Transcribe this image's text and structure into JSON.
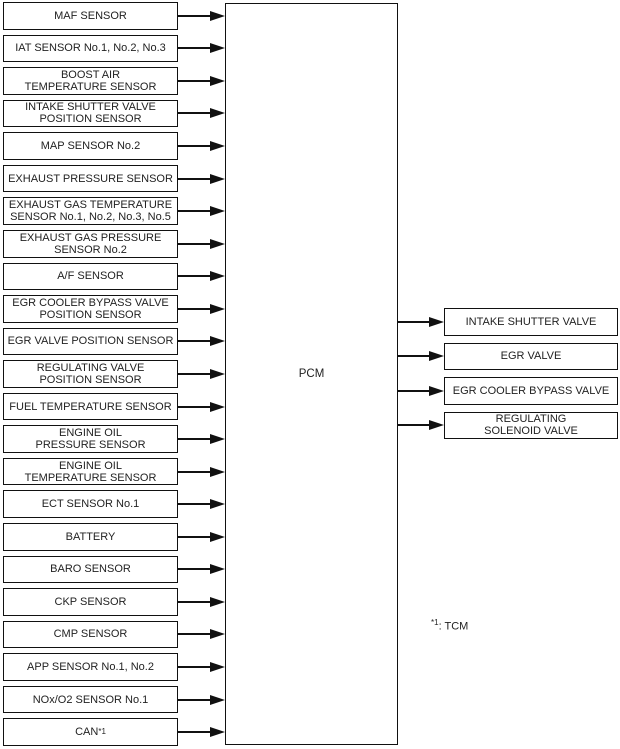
{
  "diagram": {
    "title_hidden": "",
    "pcm": {
      "label": "PCM"
    },
    "inputs": [
      {
        "label": "MAF SENSOR"
      },
      {
        "label": "IAT SENSOR No.1, No.2, No.3"
      },
      {
        "label": "BOOST AIR\nTEMPERATURE SENSOR"
      },
      {
        "label": "INTAKE SHUTTER VALVE\nPOSITION SENSOR"
      },
      {
        "label": "MAP SENSOR No.2"
      },
      {
        "label": "EXHAUST PRESSURE SENSOR"
      },
      {
        "label": "EXHAUST GAS TEMPERATURE\nSENSOR No.1, No.2, No.3, No.5"
      },
      {
        "label": "EXHAUST GAS PRESSURE\nSENSOR No.2"
      },
      {
        "label": "A/F SENSOR"
      },
      {
        "label": "EGR COOLER BYPASS VALVE\nPOSITION SENSOR"
      },
      {
        "label": "EGR VALVE POSITION SENSOR"
      },
      {
        "label": "REGULATING VALVE\nPOSITION SENSOR"
      },
      {
        "label": "FUEL TEMPERATURE SENSOR"
      },
      {
        "label": "ENGINE OIL\nPRESSURE SENSOR"
      },
      {
        "label": "ENGINE OIL\nTEMPERATURE SENSOR"
      },
      {
        "label": "ECT SENSOR No.1"
      },
      {
        "label": "BATTERY"
      },
      {
        "label": "BARO SENSOR"
      },
      {
        "label": "CKP SENSOR"
      },
      {
        "label": "CMP SENSOR"
      },
      {
        "label": "APP SENSOR No.1, No.2"
      },
      {
        "label": "NOx/O2 SENSOR No.1"
      },
      {
        "label": "CAN",
        "superscript": "*1"
      }
    ],
    "outputs": [
      {
        "label": "INTAKE SHUTTER VALVE"
      },
      {
        "label": "EGR VALVE"
      },
      {
        "label": "EGR COOLER BYPASS VALVE"
      },
      {
        "label": "REGULATING\nSOLENOID VALVE"
      }
    ],
    "footnote": {
      "sup": "*1",
      "text": ": TCM"
    },
    "colors": {
      "line": "#111111",
      "text": "#222222",
      "background": "#ffffff"
    }
  }
}
